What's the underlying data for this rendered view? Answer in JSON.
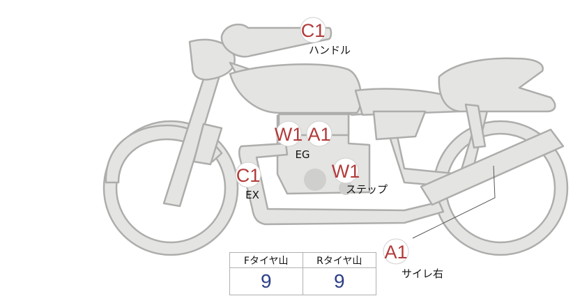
{
  "markers": [
    {
      "id": "handle",
      "grade": "C1",
      "label": "ハンドル"
    },
    {
      "id": "eg-w",
      "grade": "W1",
      "label": ""
    },
    {
      "id": "eg-a",
      "grade": "A1",
      "label": "EG"
    },
    {
      "id": "ex",
      "grade": "C1",
      "label": "EX"
    },
    {
      "id": "step",
      "grade": "W1",
      "label": "ステップ"
    },
    {
      "id": "side-cover-right",
      "grade": "A1",
      "label": "サイレ右"
    }
  ],
  "tire_depth": {
    "front_header": "Fタイヤ山",
    "rear_header": "Rタイヤ山",
    "front_value": "9",
    "rear_value": "9"
  },
  "colors": {
    "bike_fill": "#e4e4e2",
    "bike_stroke": "#adadab",
    "grade_text": "#b23a3a",
    "value_text": "#2c3f86"
  }
}
